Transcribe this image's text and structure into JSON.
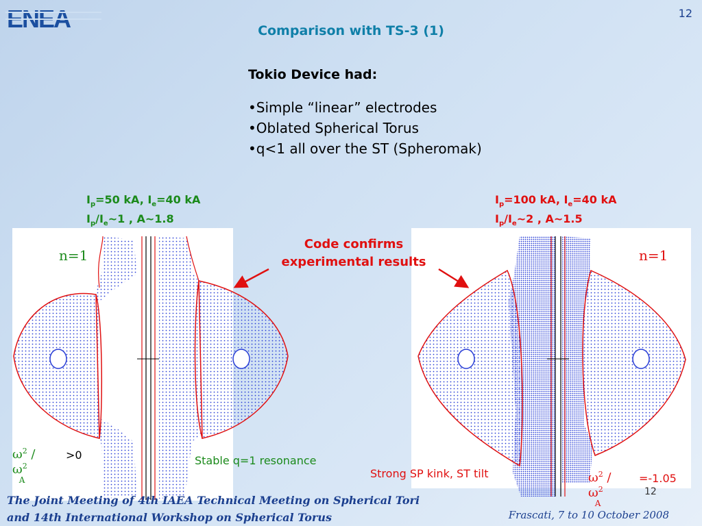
{
  "header": {
    "logo_text": "ENEA",
    "page_number": "12",
    "title": "Comparison with TS-3 (1)"
  },
  "device": {
    "heading": "Tokio Device had:",
    "bullets": [
      "•Simple “linear” electrodes",
      "•Oblated Spherical Torus",
      "•q<1 all over the ST (Spheromak)"
    ]
  },
  "left_case": {
    "line1": {
      "I": "I",
      "p": "p",
      "mid": "=50 kA, I",
      "e": "e",
      "end": "=40 kA"
    },
    "line2": {
      "I": "I",
      "p": "p",
      "mid": "/I",
      "e": "e",
      "end": "~1 , A~1.8"
    },
    "mode": "n=1",
    "result": "Stable q=1 resonance",
    "omega_value": ">0"
  },
  "right_case": {
    "line1": {
      "I": "I",
      "p": "p",
      "mid": "=100 kA, I",
      "e": "e",
      "end": "=40 kA"
    },
    "line2": {
      "I": "I",
      "p": "p",
      "mid": "/I",
      "e": "e",
      "end": "~2 , A~1.5"
    },
    "mode": "n=1",
    "result": "Strong SP kink, ST tilt",
    "omega_value": "=-1.05"
  },
  "omega": {
    "w": "ω",
    "sq": "2",
    "slash": " / ",
    "A": "A"
  },
  "center_note": {
    "line1": "Code confirms",
    "line2": "experimental results"
  },
  "small_page_num": "12",
  "footer": {
    "line1": "The Joint Meeting of 4th IAEA Technical Meeting on Spherical Tori",
    "line2": "and 14th International Workshop on Spherical Torus",
    "right": "Frascati, 7 to 10 October 2008"
  },
  "colors": {
    "title": "#0f7fa8",
    "green": "#1b8a1b",
    "red": "#e01010",
    "blue_points": "#2a3fd6",
    "footer": "#1b3f8f"
  }
}
